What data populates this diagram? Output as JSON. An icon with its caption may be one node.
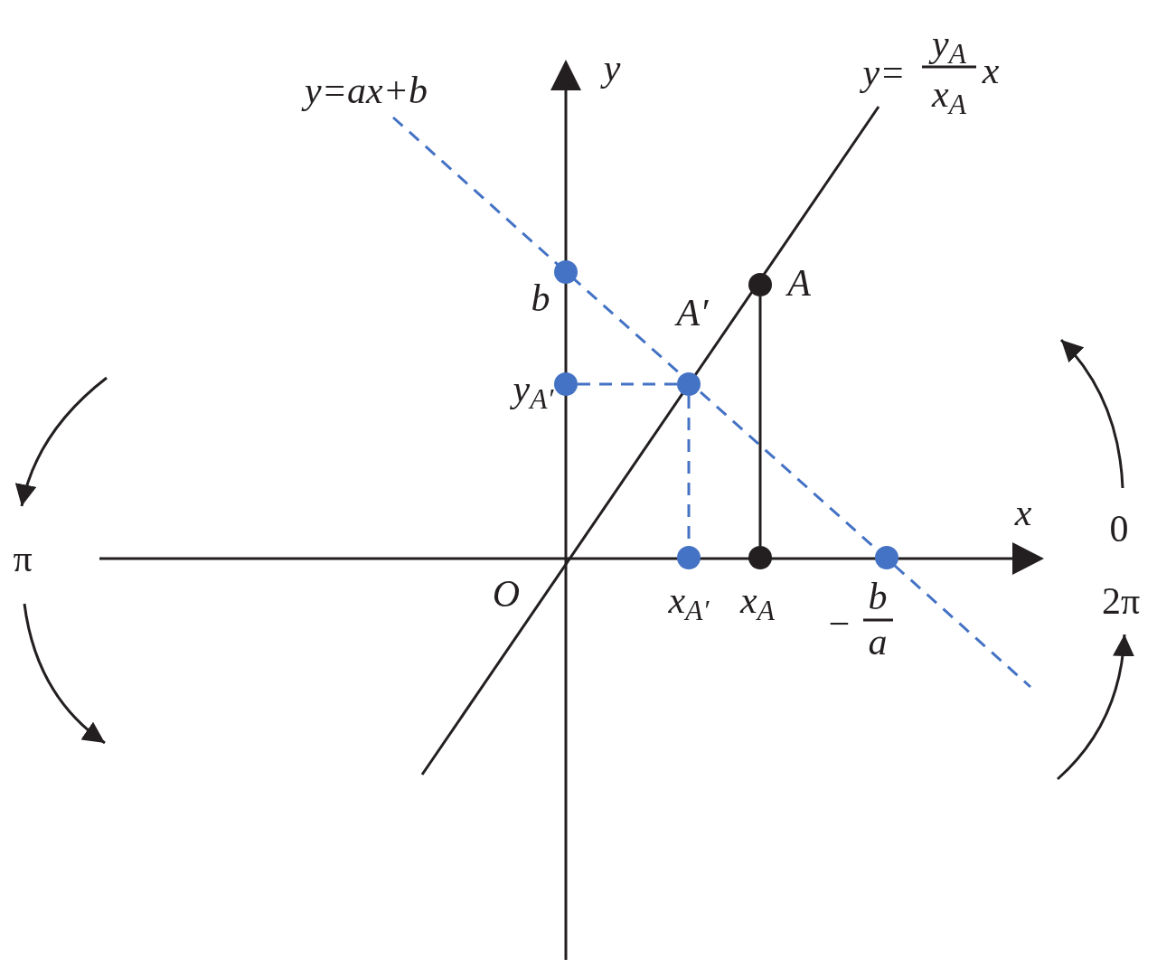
{
  "diagram": {
    "nodes": [
      {
        "text": [],
        "shape": "circle",
        "beside": [
          "b"
        ]
      },
      {
        "text": [],
        "shape": "circle",
        "beside": [
          "A"
        ]
      },
      {
        "text": [],
        "shape": "circle",
        "beside": [
          "A′"
        ]
      },
      {
        "text": [],
        "shape": "circle",
        "beside": [
          "y$_{A′}$"
        ]
      },
      {
        "text": [],
        "shape": "circle",
        "beside": [
          "x$_{A′}$"
        ]
      },
      {
        "text": [],
        "shape": "circle",
        "beside": [
          "x$_{A}$"
        ]
      },
      {
        "text": [],
        "shape": "circle",
        "beside": [
          "−",
          "b",
          "a"
        ]
      }
    ],
    "edges": [
      {
        "from": 3,
        "to": 2,
        "arrow": "none",
        "style": "dashed"
      },
      {
        "from": 2,
        "to": 4,
        "arrow": "none",
        "style": "dashed"
      },
      {
        "from": 1,
        "to": 5,
        "arrow": "none",
        "color": "#231f20"
      }
    ],
    "labels": [
      "y=ax+b",
      "y",
      "y=",
      "y$_{A}$",
      "x$_{A}$",
      "x",
      "π",
      "x",
      "0",
      "O",
      "2π"
    ]
  }
}
